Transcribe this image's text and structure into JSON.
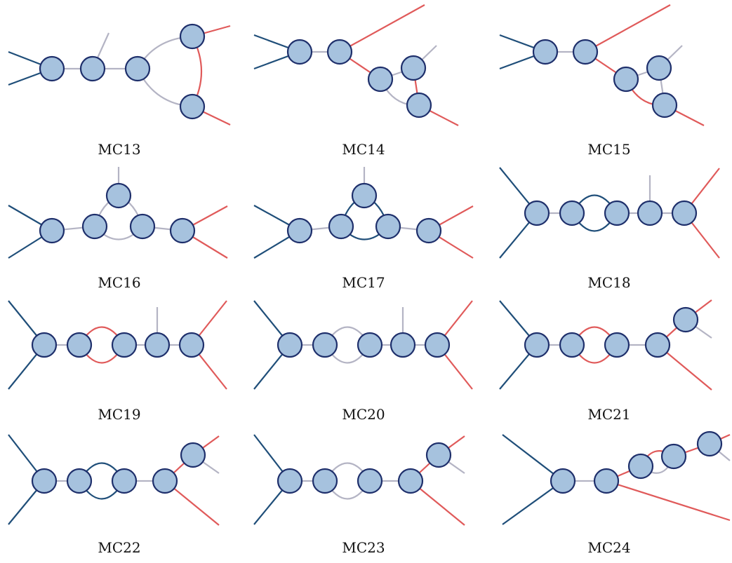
{
  "colors": {
    "blue_line": "#1f4e79",
    "red_line": "#e05a5a",
    "gray_line": "#b4b4c4",
    "node_fill": "#a6c2de",
    "node_stroke": "#1e2f6b"
  },
  "diagrams": [
    {
      "id": "mc13",
      "label": "MC13"
    },
    {
      "id": "mc14",
      "label": "MC14"
    },
    {
      "id": "mc15",
      "label": "MC15"
    },
    {
      "id": "mc16",
      "label": "MC16"
    },
    {
      "id": "mc17",
      "label": "MC17"
    },
    {
      "id": "mc18",
      "label": "MC18"
    },
    {
      "id": "mc19",
      "label": "MC19"
    },
    {
      "id": "mc20",
      "label": "MC20"
    },
    {
      "id": "mc21",
      "label": "MC21"
    },
    {
      "id": "mc22",
      "label": "MC22"
    },
    {
      "id": "mc23",
      "label": "MC23"
    },
    {
      "id": "mc24",
      "label": "MC24"
    }
  ]
}
